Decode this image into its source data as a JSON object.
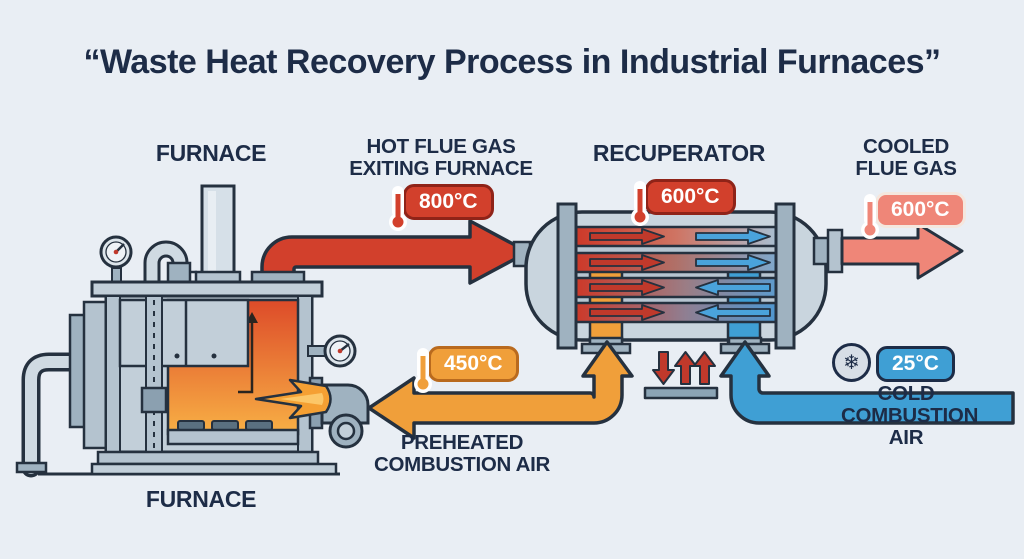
{
  "title": "“Waste Heat Recovery Process in Industrial Furnaces”",
  "furnace": {
    "label_top": "FURNACE",
    "label_bottom": "FURNACE"
  },
  "flows": {
    "hot_flue_gas": {
      "line1": "HOT FLUE GAS",
      "line2": "EXITING FURNACE",
      "temp": "800°C",
      "color": "#d2402c"
    },
    "recuperator": {
      "label": "RECUPERATOR",
      "temp": "600°C",
      "color": "#d2402c"
    },
    "cooled_flue_gas": {
      "line1": "COOLED",
      "line2": "FLUE GAS",
      "temp": "600°C",
      "color": "#ef8678"
    },
    "preheated_air": {
      "line1": "PREHEATED",
      "line2": "COMBUSTION AIR",
      "temp": "450°C",
      "color": "#f09f3a"
    },
    "cold_air": {
      "line1": "COLD",
      "line2": "COMBUSTION",
      "line3": "AIR",
      "temp": "25°C",
      "color": "#3f9fd4"
    }
  },
  "icons": {
    "thermometer": "thermometer-icon",
    "snowflake": "❄",
    "heat_transfer": "heat-transfer-icon"
  },
  "colors": {
    "background": "#e9eef4",
    "text": "#1d2c47",
    "outline": "#25313f",
    "hot_red": "#d2402c",
    "cooled_salmon": "#ef8678",
    "preheat_orange": "#f09f3a",
    "cold_blue": "#3f9fd4",
    "steel_light": "#c9d5de",
    "steel_mid": "#9fb2c0",
    "fire_top": "#e0512a",
    "fire_bottom": "#f8b045"
  }
}
